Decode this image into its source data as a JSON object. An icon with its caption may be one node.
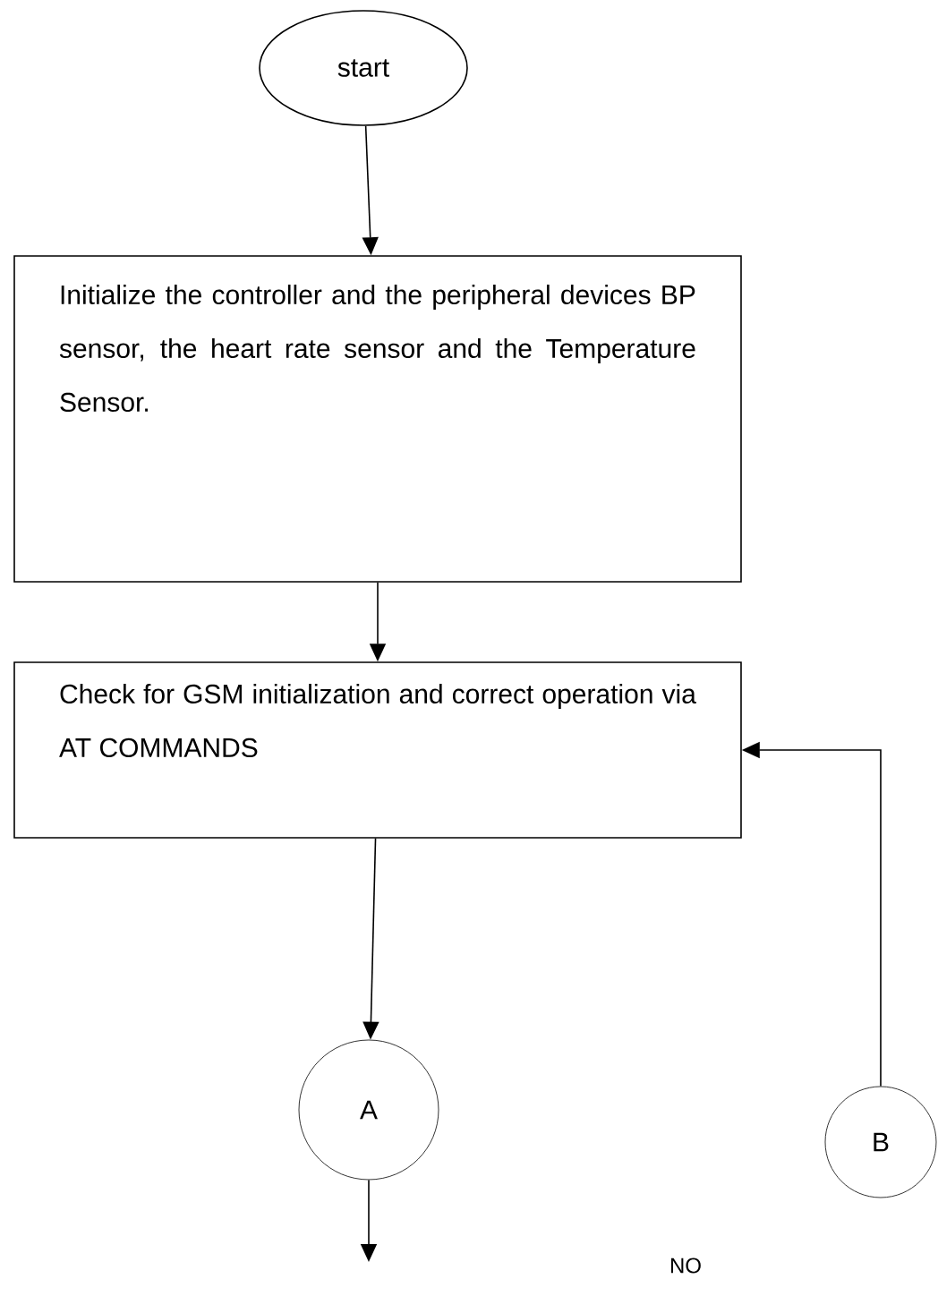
{
  "diagram": {
    "nodes": [
      {
        "text": [
          "start"
        ]
      },
      {
        "text": [
          "Initialize the controller and the peripheral devices BP sensor, the heart rate sensor and the Temperature Sensor."
        ]
      },
      {
        "text": [
          "Check for GSM initialization and correct operation via AT COMMANDS"
        ]
      },
      {
        "text": [
          "A"
        ]
      },
      {
        "text": [
          "B"
        ]
      }
    ],
    "edges": [
      {
        "from": 0,
        "to": 1,
        "arrow": "to"
      },
      {
        "from": 1,
        "to": 2,
        "arrow": "to"
      },
      {
        "from": 2,
        "to": 3,
        "arrow": "to"
      },
      {
        "from": 4,
        "to": 2,
        "arrow": "to"
      },
      {
        "from": 3,
        "to": null,
        "arrow": "to"
      }
    ],
    "labels": [
      "NO"
    ]
  }
}
